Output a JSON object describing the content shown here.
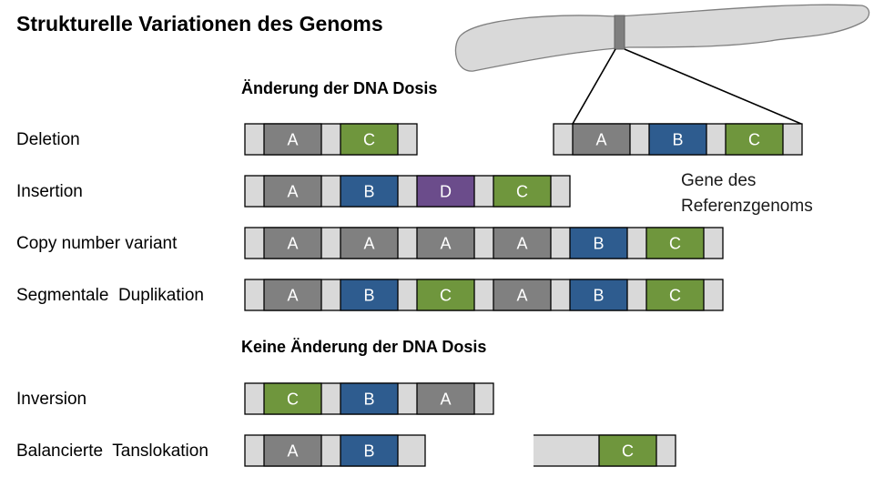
{
  "title": "Strukturelle Variationen des Genoms",
  "sections": {
    "dose_change": "Änderung der DNA Dosis",
    "no_dose_change": "Keine Änderung der DNA Dosis"
  },
  "reference": {
    "caption_line1": "Gene des",
    "caption_line2": "Referenzgenoms",
    "genes": [
      "A",
      "B",
      "C"
    ]
  },
  "rows": [
    {
      "label": "Deletion",
      "genes": [
        "A",
        "C"
      ]
    },
    {
      "label": "Insertion",
      "genes": [
        "A",
        "B",
        "D",
        "C"
      ]
    },
    {
      "label": "Copy number variant",
      "genes": [
        "A",
        "A",
        "A",
        "A",
        "B",
        "C"
      ]
    },
    {
      "label": "Segmentale  Duplikation",
      "genes": [
        "A",
        "B",
        "C",
        "A",
        "B",
        "C"
      ]
    },
    {
      "label": "Inversion",
      "genes": [
        "C",
        "B",
        "A"
      ]
    },
    {
      "label": "Balancierte  Tanslokation",
      "genes": [
        "A",
        "B"
      ],
      "second_genes": [
        "C"
      ]
    }
  ],
  "gene_colors": {
    "A": "#808080",
    "B": "#2e5c8f",
    "C": "#6f963d",
    "D": "#6b4c8b"
  },
  "spacer_color": "#d9d9d9"
}
